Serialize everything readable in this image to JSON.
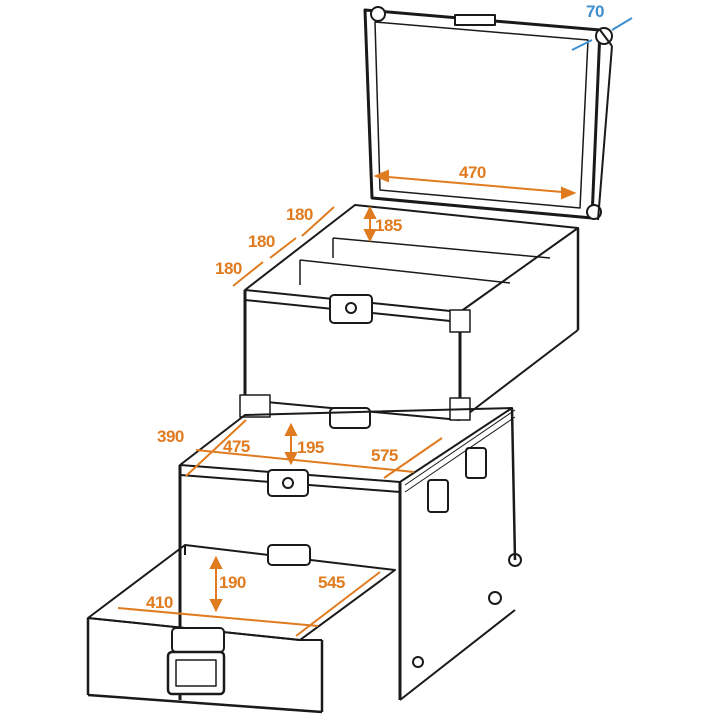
{
  "diagram": {
    "subject": "flight case with open lid, top compartment and pull-out drawer",
    "colors": {
      "line": "#1a1a1a",
      "dimension": "#e07b1f",
      "accent_dimension": "#3d8fd0"
    },
    "dimensions": {
      "lid_thickness": "70",
      "lid_width": "470",
      "top_compartment_1": "180",
      "top_compartment_2": "180",
      "top_compartment_3": "180",
      "top_height": "185",
      "middle_depth": "390",
      "middle_width": "475",
      "middle_height": "195",
      "middle_length": "575",
      "drawer_height": "190",
      "drawer_width": "410",
      "drawer_length": "545"
    }
  }
}
